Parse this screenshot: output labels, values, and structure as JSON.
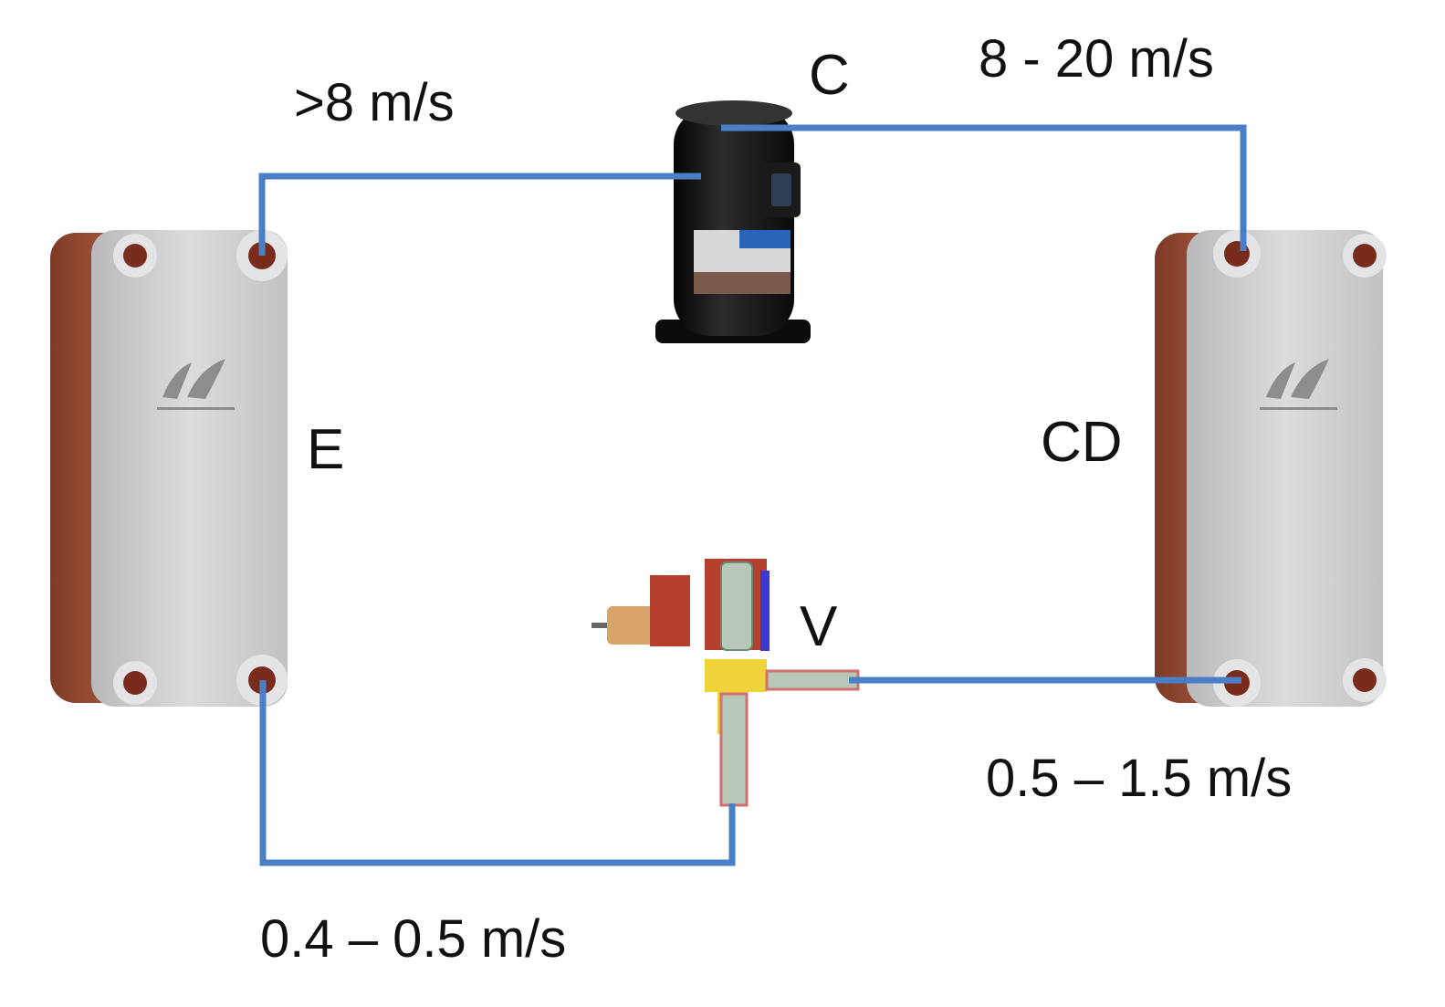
{
  "colors": {
    "pipe": "#4a7fc8",
    "exchanger_copper": "#a9573d",
    "exchanger_plate": "#c9c9cb",
    "compressor_body": "#141414",
    "valve_body": "#b5402e",
    "valve_fitting": "#f0d23a",
    "text": "#111111"
  },
  "components": {
    "compressor": {
      "label": "C",
      "icon": "compressor-icon"
    },
    "evaporator": {
      "label": "E",
      "icon": "plate-heat-exchanger-icon"
    },
    "condenser": {
      "label": "CD",
      "icon": "plate-heat-exchanger-icon"
    },
    "expansion_valve": {
      "label": "V",
      "icon": "expansion-valve-icon"
    }
  },
  "velocities": {
    "suction_line": ">8 m/s",
    "discharge_line": "8 - 20 m/s",
    "liquid_line": "0.5 – 1.5 m/s",
    "evaporator_inlet_line": "0.4 – 0.5 m/s"
  }
}
